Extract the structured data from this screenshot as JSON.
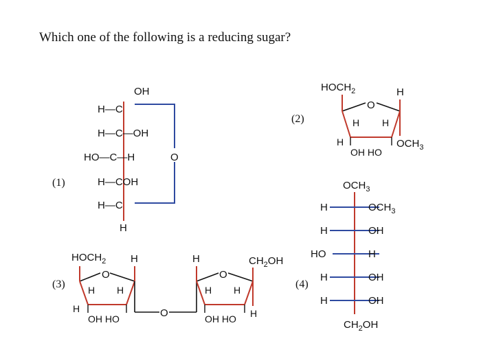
{
  "question": "Which one of the following is a reducing sugar?",
  "options": {
    "opt1": {
      "label": "(1)",
      "oh_top": "OH",
      "row1": "H—C",
      "row2": "H—C—OH",
      "row3": "HO—C—H",
      "ring_o": "O",
      "row4": "H—COH",
      "row5": "H—C",
      "bottom_h": "H"
    },
    "opt2": {
      "label": "(2)",
      "hoch": "HOCH",
      "hoch_sub": "2",
      "h_top_right": "H",
      "ring_o": "O",
      "h_in_left": "H",
      "h_in_right": "H",
      "h_low_left": "H",
      "oh_ho": "OH HO",
      "och": "OCH",
      "och_sub": "3"
    },
    "opt3": {
      "label": "(3)",
      "hoch": "HOCH",
      "hoch_sub": "2",
      "h_ring1_top": "H",
      "ring1_o": "O",
      "h_r1_in_left": "H",
      "h_r1_in_right": "H",
      "h_r1_low": "H",
      "r1_oh_ho": "OH HO",
      "bridge_o": "O",
      "h_ring2_top": "H",
      "ring2_o": "O",
      "ch2oh": "CH",
      "ch2oh_sub": "2",
      "ch2oh_tail": "OH",
      "h_r2_in_left": "H",
      "h_r2_in_right": "H",
      "h_r2_low": "H",
      "r2_oh_ho": "OH HO"
    },
    "opt4": {
      "label": "(4)",
      "top_och": "OCH",
      "top_och_sub": "3",
      "r1_left": "H",
      "r1_right": "OCH",
      "r1_right_sub": "3",
      "r2_left": "H",
      "r2_right": "OH",
      "r3_left": "HO",
      "r3_right": "H",
      "r4_left": "H",
      "r4_right": "OH",
      "r5_left": "H",
      "r5_right": "OH",
      "bottom": "CH",
      "bottom_sub": "2",
      "bottom_tail": "OH"
    }
  },
  "colors": {
    "bond_red": "#c0392b",
    "bond_blue": "#2e4aa0",
    "text": "#111111"
  }
}
